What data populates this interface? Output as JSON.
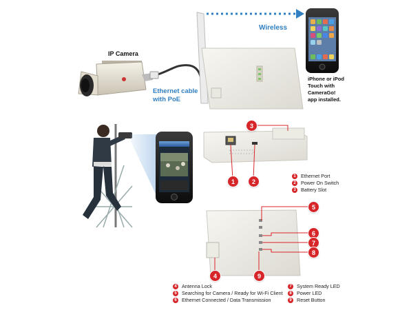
{
  "top": {
    "ip_camera_label": "IP Camera",
    "wireless_label": "Wireless",
    "ethernet_line1": "Ethernet cable",
    "ethernet_line2": "with PoE",
    "iphone_note": [
      "iPhone or iPod",
      "Touch with",
      "CameraGo!",
      "app installed."
    ]
  },
  "side_badges": [
    "1",
    "2",
    "3"
  ],
  "side_legend": [
    {
      "num": "1",
      "text": "Ethernet Port"
    },
    {
      "num": "2",
      "text": "Power On Switch"
    },
    {
      "num": "3",
      "text": "Battery Slot"
    }
  ],
  "front_badges": [
    "4",
    "5",
    "6",
    "7",
    "8",
    "9"
  ],
  "front_legend_left": [
    {
      "num": "4",
      "text": "Antenna Lock"
    },
    {
      "num": "5",
      "text": "Searching for Camera / Ready for Wi-Fi Client"
    },
    {
      "num": "6",
      "text": "Ethernet Connected / Data Transmission"
    }
  ],
  "front_legend_right": [
    {
      "num": "7",
      "text": "System Ready LED"
    },
    {
      "num": "8",
      "text": "Power LED"
    },
    {
      "num": "9",
      "text": "Reset Button"
    }
  ],
  "colors": {
    "accent_blue": "#2f7fc1",
    "badge_red": "#d7262a"
  },
  "icons": [
    "ip-camera",
    "wireless-router",
    "iphone",
    "technician",
    "ethernet-port",
    "power-switch"
  ]
}
